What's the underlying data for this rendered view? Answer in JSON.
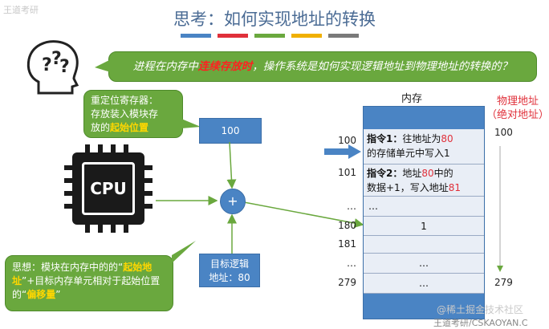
{
  "slide": {
    "corner_logo": "王道考研",
    "title": "思考：如何实现地址的转换",
    "stripe_colors": [
      "#4a84c4",
      "#e0303a",
      "#6aa83e",
      "#f0b000",
      "#7a7a7a"
    ],
    "question_prefix": "进程在内存中",
    "question_highlight": "连续存放时",
    "question_suffix": "，操作系统是如何实现逻辑地址到物理地址的转换的？",
    "reloc_note_line1": "重定位寄存器：",
    "reloc_note_line2": "存放装入模块存",
    "reloc_note_line3_prefix": "放的",
    "reloc_note_highlight": "起始位置",
    "reloc_register_value": "100",
    "adder_symbol": "+",
    "cpu_label": "CPU",
    "logical_addr_line1": "目标逻辑",
    "logical_addr_line2": "地址：80",
    "idea_prefix": "思想：模块在内存中的的“",
    "idea_highlight1": "起始地址",
    "idea_mid": "”+目标内存单元相对于起始位置的“",
    "idea_highlight2": "偏移量",
    "idea_suffix": "”",
    "memory_label": "内存",
    "physical_label_line1": "物理地址",
    "physical_label_line2": "（绝对地址）",
    "phys_top": "100",
    "phys_bottom": "279",
    "cell_addresses": [
      "100",
      "101",
      "…",
      "180",
      "181",
      "…",
      "279"
    ],
    "instr1_bold": "指令1：",
    "instr1_text_a": "往地址为",
    "instr1_num": "80",
    "instr1_text_b": "的存储单元中写入1",
    "instr2_bold": "指令2：",
    "instr2_text_a": "地址",
    "instr2_num": "80",
    "instr2_text_b": "中的",
    "instr2_text_c": "数据+1，写入地址",
    "instr2_num2": "81",
    "cell_dots": "…",
    "cell_180_value": "1",
    "watermark1": "@稀土掘金技术社区",
    "watermark2": "王道考研/CSKAOYAN.C"
  }
}
